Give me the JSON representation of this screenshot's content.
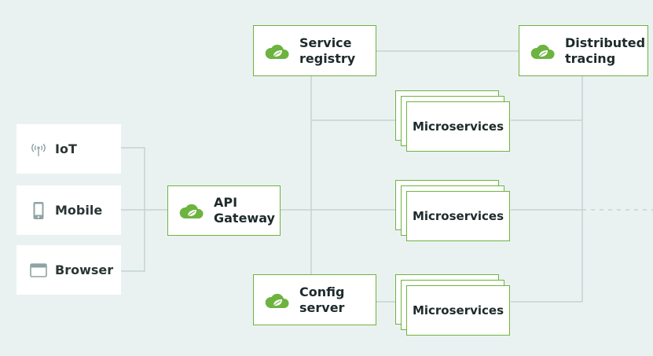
{
  "colors": {
    "background": "#eaf2f1",
    "accent_green": "#6db33f",
    "connector": "#c3d3d1",
    "client_icon": "#8fa3a3"
  },
  "clients": [
    {
      "label": "IoT",
      "icon": "antenna-icon"
    },
    {
      "label": "Mobile",
      "icon": "mobile-phone-icon"
    },
    {
      "label": "Browser",
      "icon": "browser-window-icon"
    }
  ],
  "gateway": {
    "label": "API\nGateway",
    "icon": "spring-leaf-icon"
  },
  "service_registry": {
    "label": "Service\nregistry",
    "icon": "spring-leaf-icon"
  },
  "config_server": {
    "label": "Config\nserver",
    "icon": "spring-leaf-icon"
  },
  "distributed_tracing": {
    "label": "Distributed\ntracing",
    "icon": "spring-leaf-icon"
  },
  "microservices": [
    {
      "label": "Microservices"
    },
    {
      "label": "Microservices"
    },
    {
      "label": "Microservices"
    }
  ]
}
